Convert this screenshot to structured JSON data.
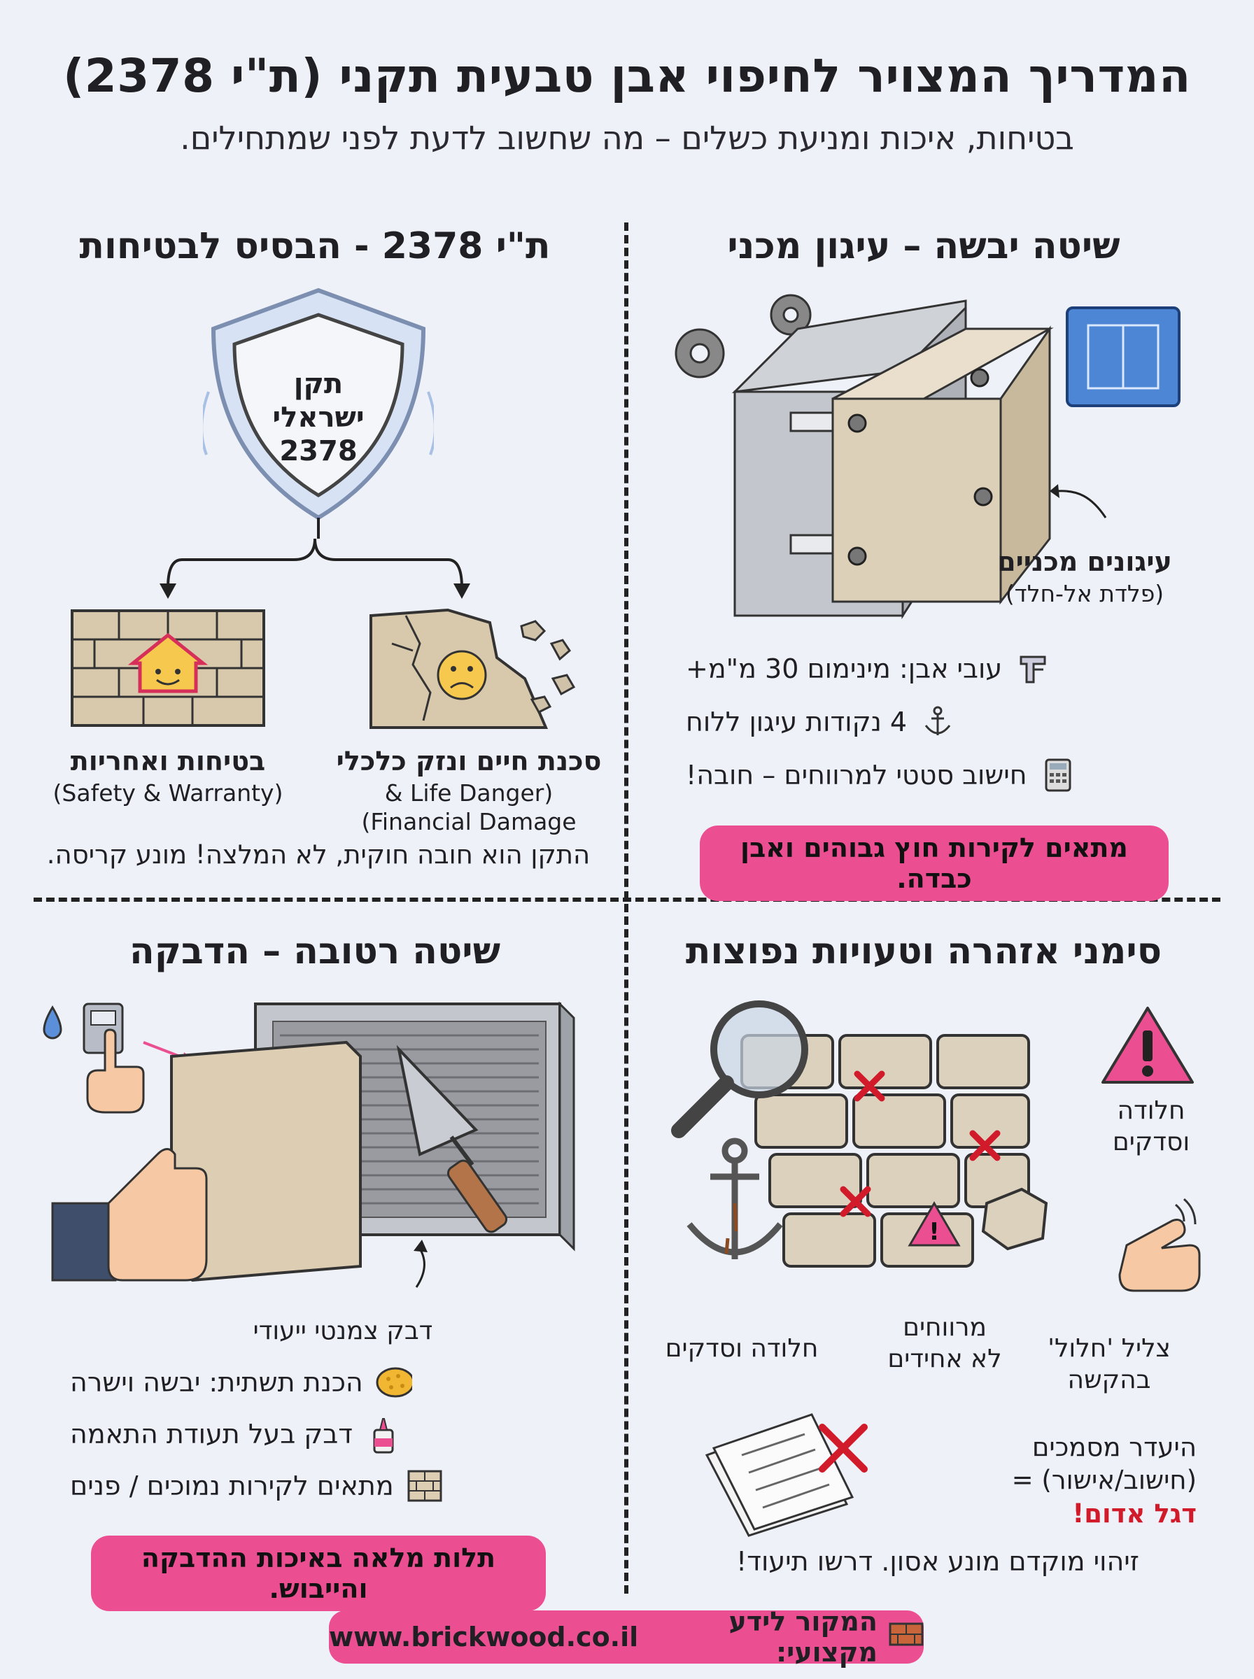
{
  "header": {
    "title": "המדריך המצויר לחיפוי אבן טבעית תקני (ת\"י 2378)",
    "subtitle": "בטיחות, איכות ומניעת כשלים – מה שחשוב לדעת לפני שמתחילים."
  },
  "dry": {
    "title": "שיטה יבשה – עיגון מכני",
    "anchors_label": "עיגונים מכניים",
    "anchors_sub": "(פלדת אל-חלד)",
    "items": [
      {
        "text": "עובי אבן: מינימום 30 מ\"מ+",
        "icon": "caliper-icon"
      },
      {
        "text": "4 נקודות עיגון ללוח",
        "icon": "anchor-icon"
      },
      {
        "text": "חישוב סטטי למרווחים – חובה!",
        "icon": "calculator-icon"
      }
    ],
    "note": "מתאים לקירות חוץ גבוהים ואבן כבדה."
  },
  "standard": {
    "title": "ת\"י 2378 - הבסיס לבטיחות",
    "shield_lines": [
      "תקן",
      "ישראלי",
      "2378"
    ],
    "good_label": "בטיחות ואחריות",
    "good_sub": "(Safety & Warranty)",
    "bad_label": "סכנת חיים ונזק כלכלי",
    "bad_sub_1": "(Life Danger &",
    "bad_sub_2": "Financial Damage)",
    "note": "התקן הוא חובה חוקית, לא המלצה! מונע קריסה."
  },
  "warning": {
    "title": "סימני אזהרה וטעויות נפוצות",
    "rust_top": [
      "חלודה",
      "וסדקים"
    ],
    "rust_bottom": "חלודה וסדקים",
    "gaps": [
      "מרווחים",
      "לא אחידים"
    ],
    "hollow": [
      "צליל 'חלול'",
      "בהקשה"
    ],
    "docs_1": "היעדר מסמכים",
    "docs_2": "(חישוב/אישור) =",
    "docs_flag": "דגל אדום!",
    "note": "זיהוי מוקדם מונע אסון. דרשו תיעוד!"
  },
  "wet": {
    "title": "שיטה רטובה – הדבקה",
    "adhesive_label": "דבק צמנטי ייעודי",
    "items": [
      {
        "text": "הכנת תשתית: יבשה וישרה",
        "icon": "sponge-icon"
      },
      {
        "text": "דבק בעל תעודת התאמה",
        "icon": "glue-icon"
      },
      {
        "text": "מתאים לקירות נמוכים / פנים",
        "icon": "brick-wall-icon"
      }
    ],
    "note": "תלות מלאה באיכות ההדבקה והייבוש."
  },
  "footer": {
    "label": "המקור לידע מקצועי:",
    "url": "www.brickwood.co.il"
  },
  "colors": {
    "accent_pink": "#ec4f91",
    "warning_red": "#d11a2a",
    "stone": "#ddd0b8",
    "background": "#eef1f7"
  }
}
